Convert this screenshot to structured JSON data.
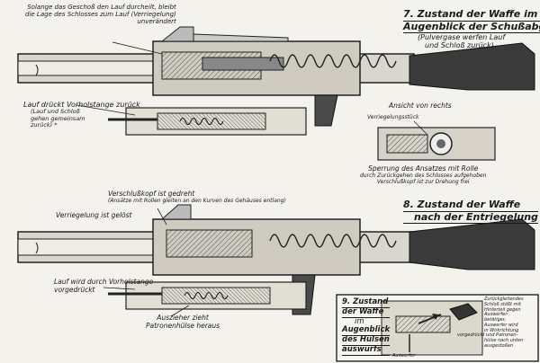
{
  "section7": {
    "title_line1": "7. Zustand der Waffe im",
    "title_line2": "Augenblick der Schußabgabe",
    "subtitle_line1": "(Pulvergase werfen Lauf",
    "subtitle_line2": "und Schloß zurück)"
  },
  "top_left_note": {
    "line1": "Solange das Geschoß den Lauf durcheilt, bleibt",
    "line2": "die Lage des Schlosses zum Lauf (Verriegelung)",
    "line3": "unverändert"
  },
  "lauf_drueckt": {
    "line1": "Lauf drückt Vorholstange zurück",
    "line2": "(Lauf und Schloß",
    "line3": "gehen gemeinsam",
    "line4": "zurück) *"
  },
  "ansicht_label": "Ansicht von rechts",
  "verriegelungsstueck_label": "Verriegelungsstück",
  "sperrung": {
    "line1": "Sperrung des Ansatzes mit Rolle",
    "line2": "durch Zurückgehen des Schlosses aufgehoben",
    "line3": "Verschlußkopf ist zur Drehung frei"
  },
  "verschlusskopf": {
    "line1": "Verschlußkopf ist gedreht",
    "line2": "(Ansätze mit Rollen gleiten an den Kurven des Gehäuses entlang)"
  },
  "verriegelung_geloest": "Verriegelung ist gelöst",
  "section8": {
    "title_line1": "8. Zustand der Waffe",
    "title_line2": "nach der Entriegelung"
  },
  "lauf_wird": {
    "line1": "Lauf wird durch Vorholstange",
    "line2": "vorgedrückt"
  },
  "auszieher": {
    "line1": "Auszieher zieht",
    "line2": "Patronenhülse heraus"
  },
  "section9": {
    "line1": "9. Zustand",
    "line2": "der Waffe",
    "line3": "im",
    "line4": "Augenblick",
    "line5": "des Hülsen",
    "line6": "auswurfs"
  },
  "inset_note": {
    "line1": "Zurückgleitendes",
    "line2": "Schloß stößt mit",
    "line3": "Hinterteil gegen",
    "line4": "Auswerfer-",
    "line5": "betätiger,",
    "line6": "Auswerfer wird",
    "line7": "in Wirkrichtung",
    "line8": "vorgedrückt und Patronen-",
    "line9": "hülse nach unten",
    "line10": "ausgestoßen"
  },
  "auswerfer_label": "Auswerfer"
}
